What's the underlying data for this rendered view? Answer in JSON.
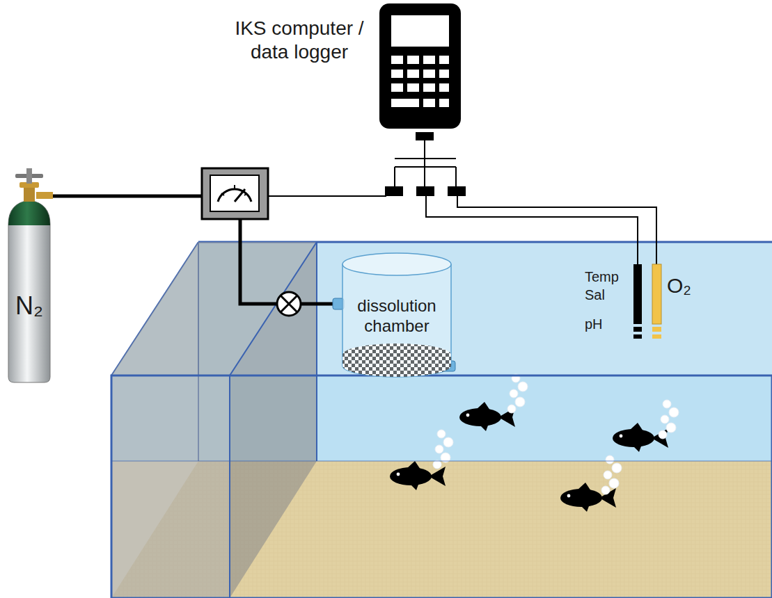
{
  "diagram": {
    "nodes": [
      {
        "text": [
          "IKS computer / data logger"
        ]
      },
      {
        "text": [
          "N₂"
        ]
      },
      {
        "text": [
          "dissolution chamber"
        ]
      }
    ],
    "edges": [
      {
        "from": 1,
        "to": 2,
        "arrow": "none"
      }
    ],
    "labels": [
      "Temp",
      "Sal",
      "pH",
      "O₂"
    ]
  }
}
